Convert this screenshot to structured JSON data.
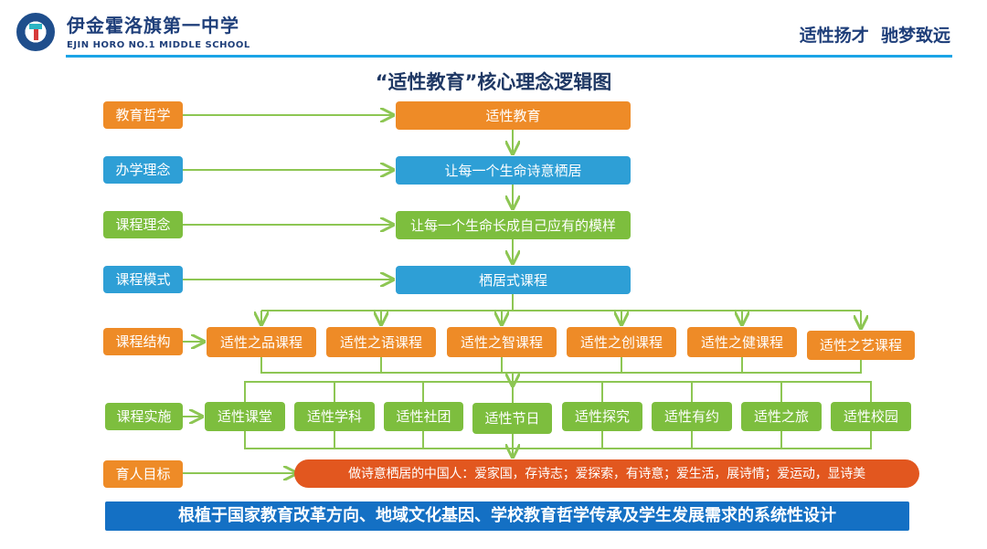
{
  "header": {
    "school_cn": "伊金霍洛旗第一中学",
    "school_en": "EJIN HORO NO.1 MIDDLE SCHOOL",
    "slogan": "适性扬才  驰梦致远"
  },
  "title": "“适性教育”核心理念逻辑图",
  "levels": [
    "教育哲学",
    "办学理念",
    "课程理念",
    "课程模式",
    "课程结构",
    "课程实施",
    "育人目标"
  ],
  "main": [
    "适性教育",
    "让每一个生命诗意栖居",
    "让每一个生命长成自己应有的模样",
    "栖居式课程"
  ],
  "courses": [
    "适性之品课程",
    "适性之语课程",
    "适性之智课程",
    "适性之创课程",
    "适性之健课程",
    "适性之艺课程"
  ],
  "implementations": [
    "适性课堂",
    "适性学科",
    "适性社团",
    "适性节日",
    "适性探究",
    "适性有约",
    "适性之旅",
    "适性校园"
  ],
  "goal": "做诗意栖居的中国人：爱家国，存诗志；爱探索，有诗意；爱生活，展诗情；爱运动，显诗美",
  "footer": "根植于国家教育改革方向、地域文化基因、学校教育哲学传承及学生发展需求的系统性设计",
  "colors": {
    "orange": "#EE8B27",
    "blue": "#2E9FD6",
    "green": "#7DBE3E",
    "red": "#E2571F",
    "line": "#8DC653",
    "footer": "#1470C4"
  }
}
